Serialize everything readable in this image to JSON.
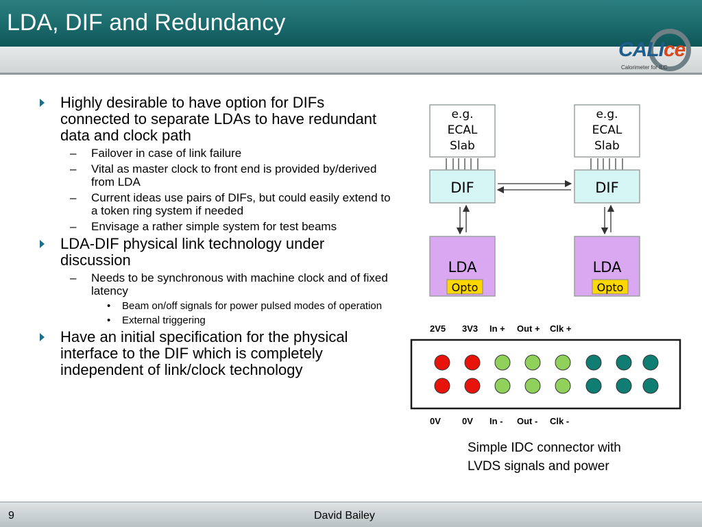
{
  "slide": {
    "title": "LDA, DIF and Redundancy",
    "page_number": "9",
    "author": "David Bailey"
  },
  "logo": {
    "text_main": "CALI",
    "text_accent": "ce",
    "subtitle": "Calorimeter for ILC"
  },
  "bullets": [
    {
      "text": "Highly desirable to have option for DIFs connected to separate LDAs to have redundant data and clock path",
      "sub": [
        "Failover in case of link failure",
        "Vital as master clock to front end is provided by/derived from LDA",
        "Current ideas use pairs of DIFs, but could easily extend to a token ring system if needed",
        "Envisage a rather simple system for test beams"
      ]
    },
    {
      "text": "LDA-DIF physical link technology under discussion",
      "sub": [
        "Needs to be synchronous with machine clock and of fixed latency"
      ],
      "subsub": [
        "Beam on/off signals for power pulsed modes of operation",
        "External triggering"
      ]
    },
    {
      "text": "Have an initial specification for the physical interface to the DIF which is completely independent of link/clock technology"
    }
  ],
  "markers": {
    "dash": "–",
    "dot": "•"
  },
  "diagram": {
    "slab_lines": [
      "e.g.",
      "ECAL",
      "Slab"
    ],
    "dif_label": "DIF",
    "lda_label": "LDA",
    "opto_label": "Opto",
    "colors": {
      "dif_fill": "#d6f5f5",
      "lda_fill": "#d9a8f0",
      "opto_fill": "#ffd700",
      "box_border": "#9aa0a0"
    }
  },
  "connector": {
    "top_labels": [
      "2V5",
      "3V3",
      "In +",
      "Out +",
      "Clk +"
    ],
    "bottom_labels": [
      "0V",
      "0V",
      "In -",
      "Out -",
      "Clk -"
    ],
    "top_pins": [
      "red",
      "red",
      "light-green",
      "light-green",
      "light-green",
      "teal",
      "teal",
      "teal"
    ],
    "bottom_pins": [
      "red",
      "red",
      "light-green",
      "light-green",
      "light-green",
      "teal",
      "teal",
      "teal"
    ],
    "colors": {
      "red": "#e8140c",
      "light-green": "#8fd15a",
      "teal": "#0f7d72"
    },
    "caption": [
      "Simple IDC connector with",
      "LVDS signals and power"
    ]
  }
}
